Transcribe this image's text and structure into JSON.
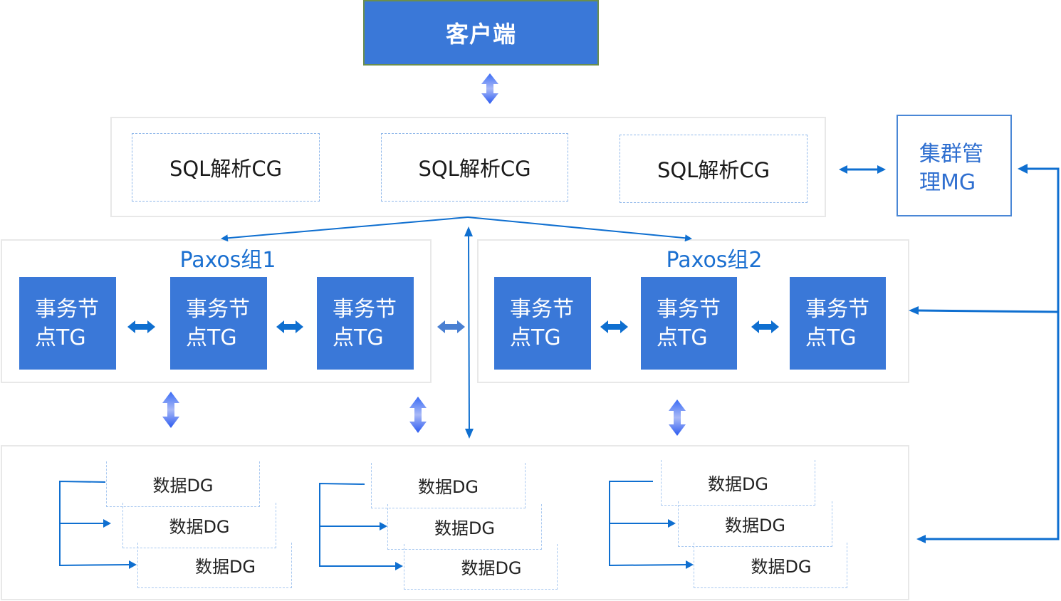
{
  "client": {
    "label": "客户端"
  },
  "sql_layer": {
    "nodes": [
      {
        "label": "SQL解析CG"
      },
      {
        "label": "SQL解析CG"
      },
      {
        "label": "SQL解析CG"
      }
    ]
  },
  "cluster_manager": {
    "label": "集群管理MG",
    "line1": "集群管",
    "line2": "理MG"
  },
  "paxos_groups": [
    {
      "title": "Paxos组1",
      "nodes": [
        {
          "line1": "事务节",
          "line2": "点TG"
        },
        {
          "line1": "事务节",
          "line2": "点TG"
        },
        {
          "line1": "事务节",
          "line2": "点TG"
        }
      ]
    },
    {
      "title": "Paxos组2",
      "nodes": [
        {
          "line1": "事务节",
          "line2": "点TG"
        },
        {
          "line1": "事务节",
          "line2": "点TG"
        },
        {
          "line1": "事务节",
          "line2": "点TG"
        }
      ]
    }
  ],
  "data_layer": {
    "clusters": [
      {
        "nodes": [
          {
            "label": "数据DG"
          },
          {
            "label": "数据DG"
          },
          {
            "label": "数据DG"
          }
        ]
      },
      {
        "nodes": [
          {
            "label": "数据DG"
          },
          {
            "label": "数据DG"
          },
          {
            "label": "数据DG"
          }
        ]
      },
      {
        "nodes": [
          {
            "label": "数据DG"
          },
          {
            "label": "数据DG"
          },
          {
            "label": "数据DG"
          }
        ]
      }
    ]
  },
  "colors": {
    "node_fill": "#3a78d8",
    "arrow": "#0f6fd0",
    "client_border": "#6b8e4e",
    "panel_border": "#e8e8e8",
    "dashed_border": "#8fb7ea",
    "accent_text": "#1a6fd0"
  }
}
